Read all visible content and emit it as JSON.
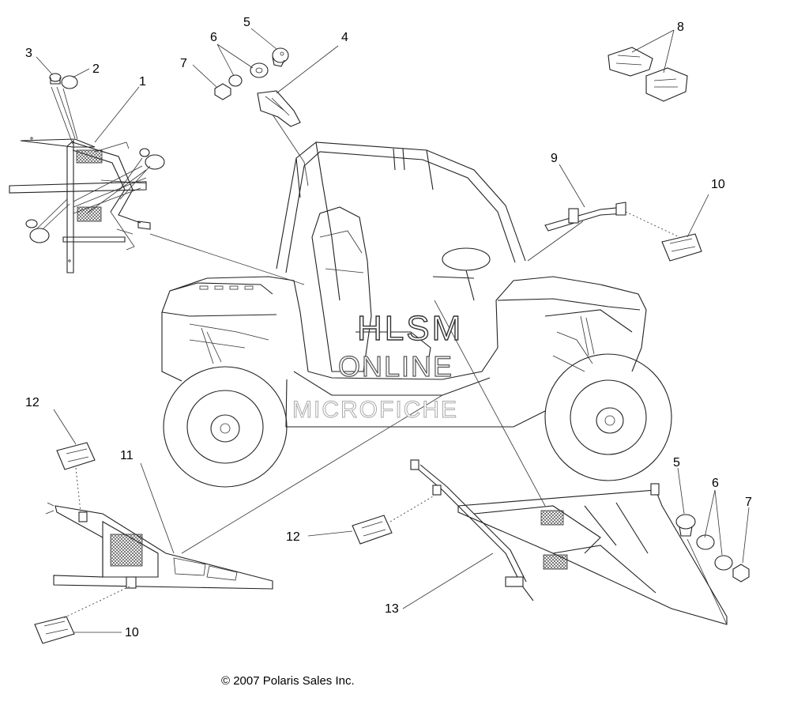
{
  "callouts": {
    "c1": "1",
    "c2": "2",
    "c3": "3",
    "c4": "4",
    "c5a": "5",
    "c6a": "6",
    "c7a": "7",
    "c8": "8",
    "c9": "9",
    "c10a": "10",
    "c12a": "12",
    "c11": "11",
    "c12b": "12",
    "c13": "13",
    "c5b": "5",
    "c6b": "6",
    "c7b": "7",
    "c10b": "10"
  },
  "watermark": {
    "line1": "HLSM",
    "line2": "ONLINE",
    "line3": "MICROFICHE"
  },
  "copyright": "© 2007 Polaris Sales Inc.",
  "parts": {
    "door_net_left": "door-net-assembly-left",
    "door_net_right": "door-net-assembly-right",
    "buckle": "buckle",
    "strap": "strap",
    "push_rivet": "push-rivet",
    "washer": "washer",
    "nut": "nut"
  }
}
